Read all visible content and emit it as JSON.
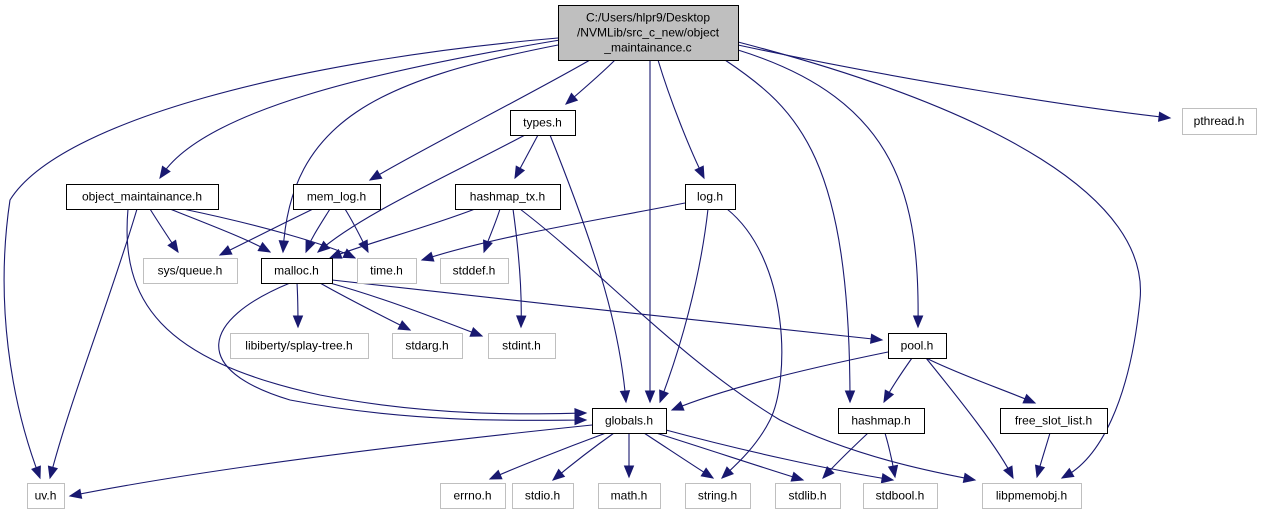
{
  "diagram": {
    "title": "Include dependency graph for object_maintainance.c",
    "colors": {
      "edge": "#191970",
      "root_fill": "#bfbfbf",
      "root_border": "#000000",
      "documented_border": "#000000",
      "external_border": "#bfbfbf",
      "node_fill": "#ffffff"
    },
    "nodes": [
      {
        "id": "root",
        "lines": [
          "C:/Users/hlpr9/Desktop",
          "/NVMLib/src_c_new/object",
          "_maintainance.c"
        ],
        "kind": "root"
      },
      {
        "id": "pthread",
        "lines": [
          "pthread.h"
        ],
        "kind": "external"
      },
      {
        "id": "types",
        "lines": [
          "types.h"
        ],
        "kind": "documented"
      },
      {
        "id": "object_maintainance",
        "lines": [
          "object_maintainance.h"
        ],
        "kind": "documented"
      },
      {
        "id": "mem_log",
        "lines": [
          "mem_log.h"
        ],
        "kind": "documented"
      },
      {
        "id": "hashmap_tx",
        "lines": [
          "hashmap_tx.h"
        ],
        "kind": "documented"
      },
      {
        "id": "log",
        "lines": [
          "log.h"
        ],
        "kind": "documented"
      },
      {
        "id": "sys_queue",
        "lines": [
          "sys/queue.h"
        ],
        "kind": "external"
      },
      {
        "id": "malloc",
        "lines": [
          "malloc.h"
        ],
        "kind": "documented"
      },
      {
        "id": "time",
        "lines": [
          "time.h"
        ],
        "kind": "external"
      },
      {
        "id": "stddef",
        "lines": [
          "stddef.h"
        ],
        "kind": "external"
      },
      {
        "id": "splay_tree",
        "lines": [
          "libiberty/splay-tree.h"
        ],
        "kind": "external"
      },
      {
        "id": "stdarg",
        "lines": [
          "stdarg.h"
        ],
        "kind": "external"
      },
      {
        "id": "stdint",
        "lines": [
          "stdint.h"
        ],
        "kind": "external"
      },
      {
        "id": "pool",
        "lines": [
          "pool.h"
        ],
        "kind": "documented"
      },
      {
        "id": "globals",
        "lines": [
          "globals.h"
        ],
        "kind": "documented"
      },
      {
        "id": "hashmap",
        "lines": [
          "hashmap.h"
        ],
        "kind": "documented"
      },
      {
        "id": "free_slot_list",
        "lines": [
          "free_slot_list.h"
        ],
        "kind": "documented"
      },
      {
        "id": "uv",
        "lines": [
          "uv.h"
        ],
        "kind": "external"
      },
      {
        "id": "errno",
        "lines": [
          "errno.h"
        ],
        "kind": "external"
      },
      {
        "id": "stdio",
        "lines": [
          "stdio.h"
        ],
        "kind": "external"
      },
      {
        "id": "math",
        "lines": [
          "math.h"
        ],
        "kind": "external"
      },
      {
        "id": "string",
        "lines": [
          "string.h"
        ],
        "kind": "external"
      },
      {
        "id": "stdlib",
        "lines": [
          "stdlib.h"
        ],
        "kind": "external"
      },
      {
        "id": "stdbool",
        "lines": [
          "stdbool.h"
        ],
        "kind": "external"
      },
      {
        "id": "libpmemobj",
        "lines": [
          "libpmemobj.h"
        ],
        "kind": "external"
      }
    ],
    "edges": [
      [
        "root",
        "pthread"
      ],
      [
        "root",
        "types"
      ],
      [
        "root",
        "object_maintainance"
      ],
      [
        "root",
        "mem_log"
      ],
      [
        "root",
        "malloc"
      ],
      [
        "root",
        "log"
      ],
      [
        "root",
        "globals"
      ],
      [
        "root",
        "hashmap"
      ],
      [
        "root",
        "pool"
      ],
      [
        "root",
        "libpmemobj"
      ],
      [
        "root",
        "uv"
      ],
      [
        "types",
        "hashmap_tx"
      ],
      [
        "types",
        "malloc"
      ],
      [
        "types",
        "globals"
      ],
      [
        "object_maintainance",
        "sys_queue"
      ],
      [
        "object_maintainance",
        "malloc"
      ],
      [
        "object_maintainance",
        "time"
      ],
      [
        "object_maintainance",
        "uv"
      ],
      [
        "object_maintainance",
        "globals"
      ],
      [
        "mem_log",
        "sys_queue"
      ],
      [
        "mem_log",
        "malloc"
      ],
      [
        "mem_log",
        "time"
      ],
      [
        "hashmap_tx",
        "malloc"
      ],
      [
        "hashmap_tx",
        "stddef"
      ],
      [
        "hashmap_tx",
        "stdint"
      ],
      [
        "hashmap_tx",
        "libpmemobj"
      ],
      [
        "log",
        "time"
      ],
      [
        "log",
        "globals"
      ],
      [
        "log",
        "string"
      ],
      [
        "malloc",
        "splay_tree"
      ],
      [
        "malloc",
        "stdarg"
      ],
      [
        "malloc",
        "stdint"
      ],
      [
        "malloc",
        "pool"
      ],
      [
        "malloc",
        "globals"
      ],
      [
        "pool",
        "globals"
      ],
      [
        "pool",
        "hashmap"
      ],
      [
        "pool",
        "free_slot_list"
      ],
      [
        "pool",
        "libpmemobj"
      ],
      [
        "globals",
        "uv"
      ],
      [
        "globals",
        "errno"
      ],
      [
        "globals",
        "stdio"
      ],
      [
        "globals",
        "math"
      ],
      [
        "globals",
        "string"
      ],
      [
        "globals",
        "stdlib"
      ],
      [
        "globals",
        "stdbool"
      ],
      [
        "hashmap",
        "stdlib"
      ],
      [
        "hashmap",
        "stdbool"
      ],
      [
        "free_slot_list",
        "libpmemobj"
      ]
    ]
  }
}
